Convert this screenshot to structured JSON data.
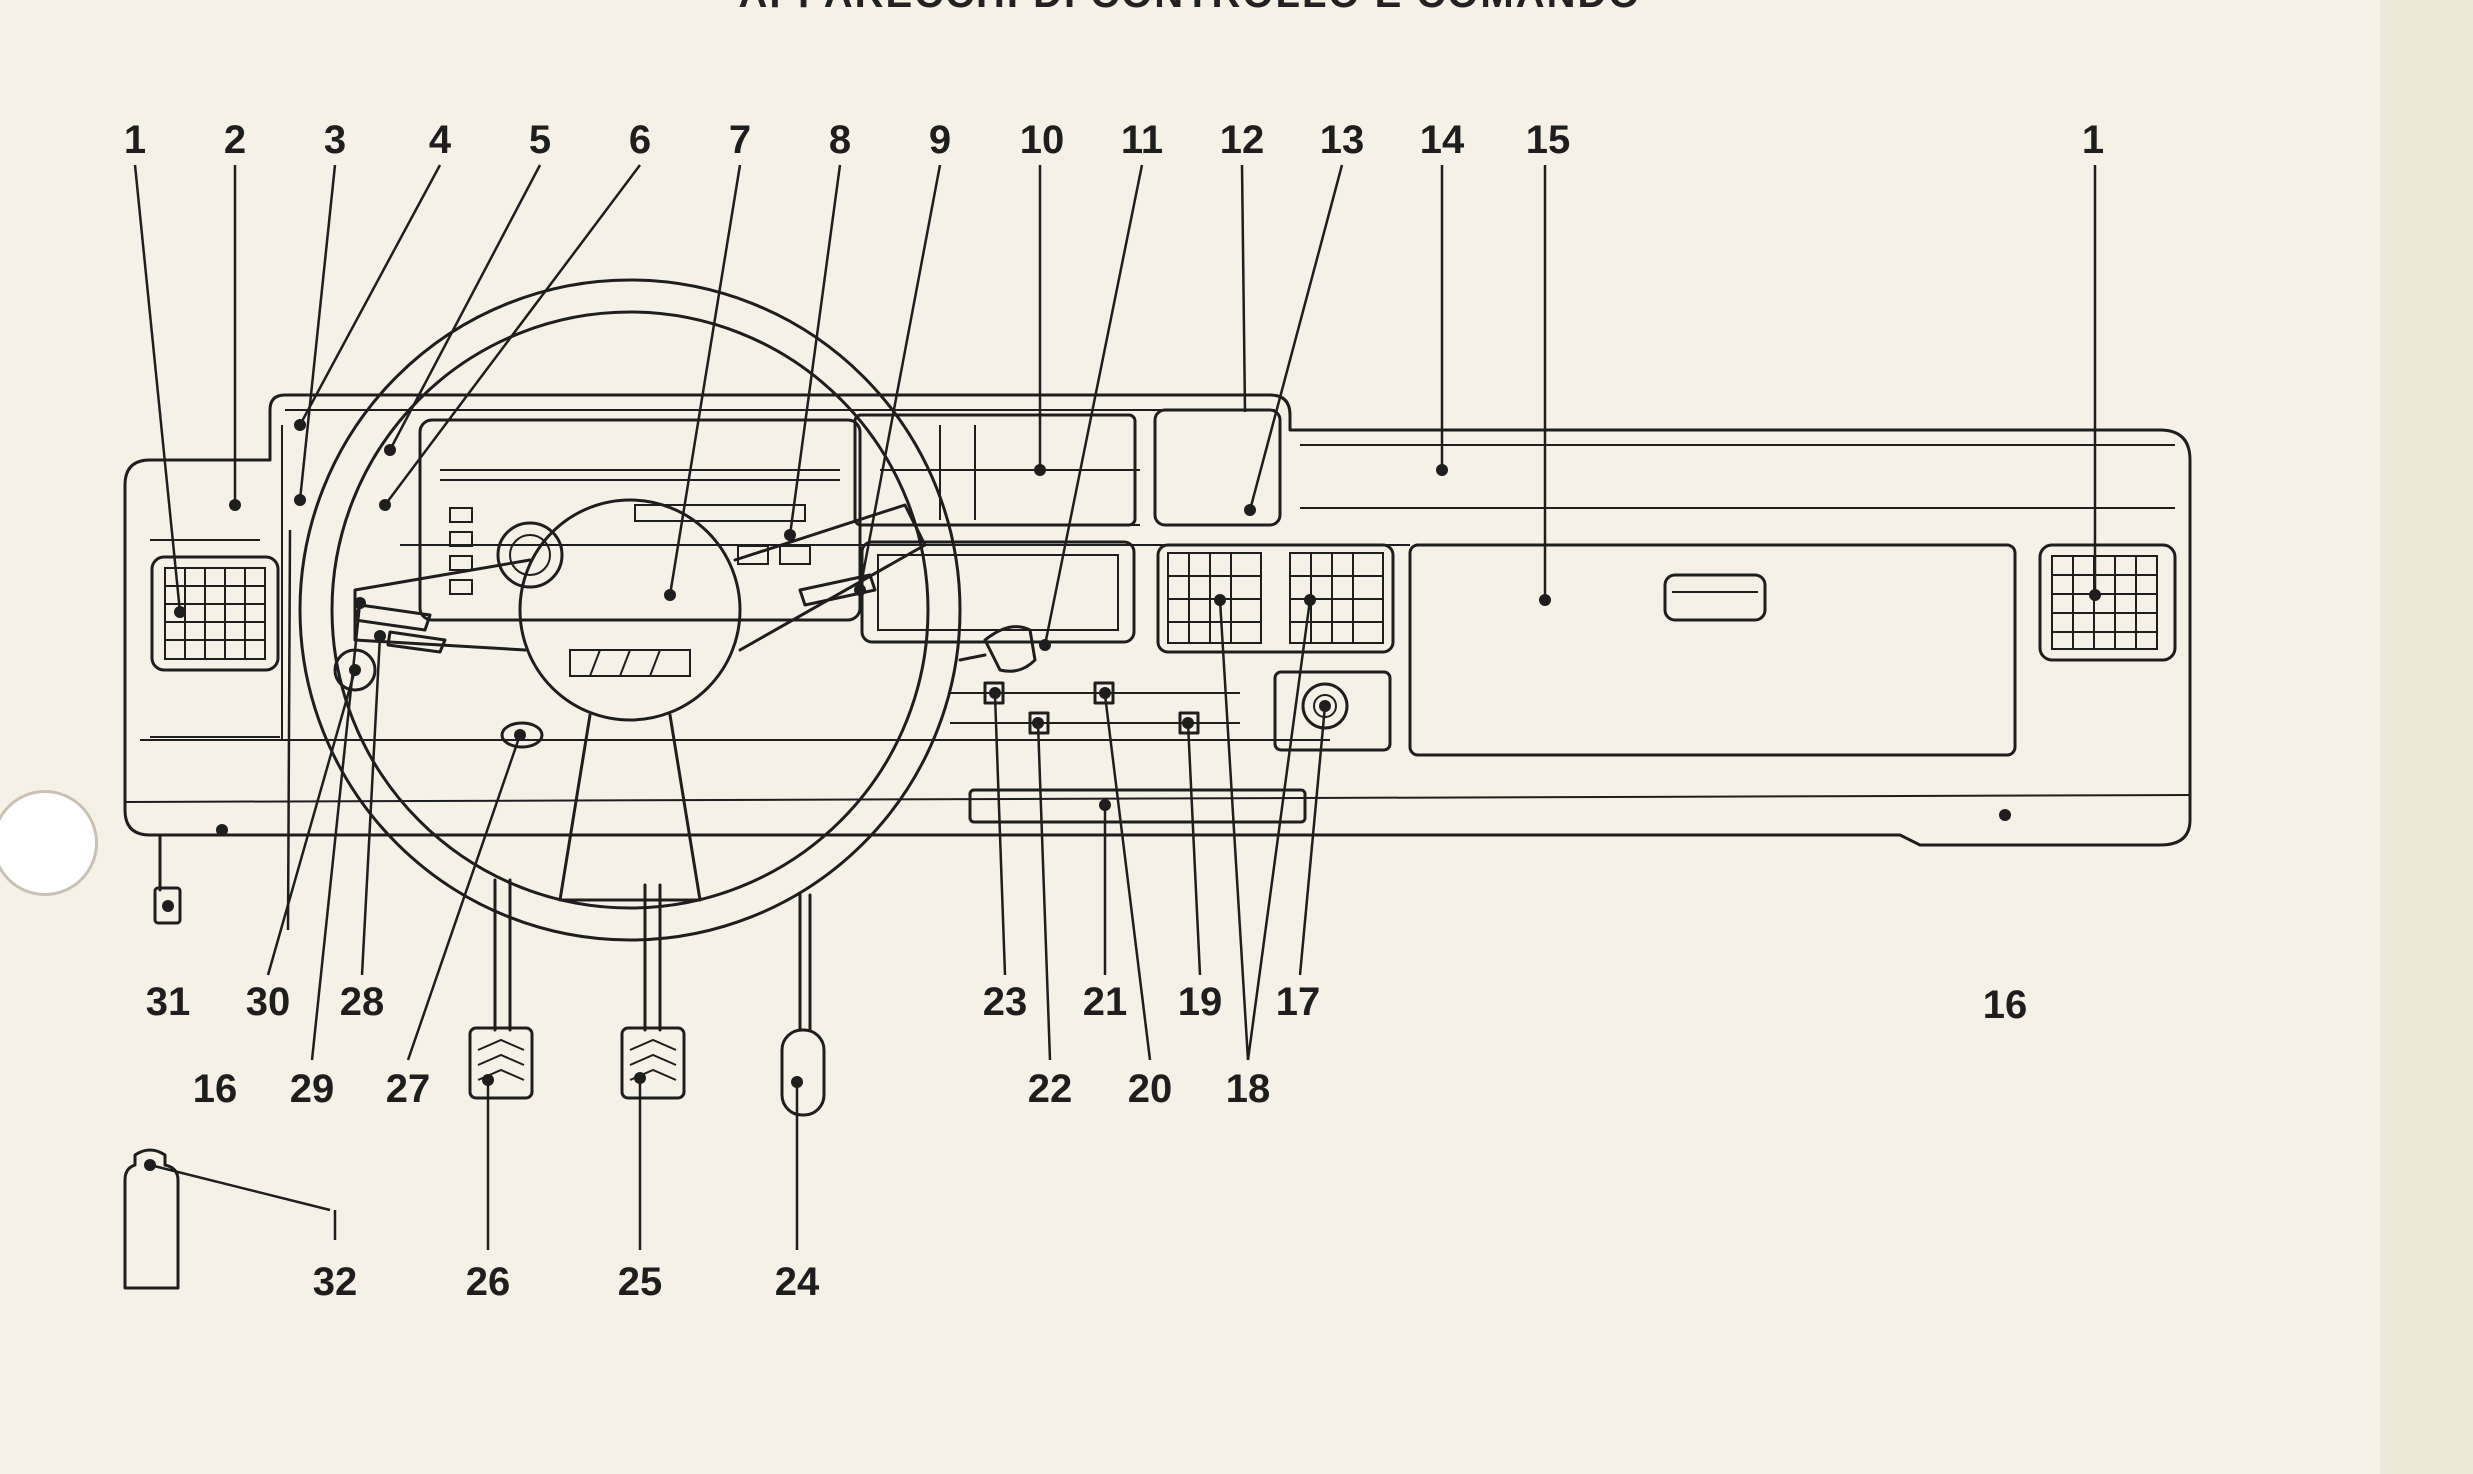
{
  "page": {
    "title": "APPARECCHI DI CONTROLLO E COMANDO"
  },
  "callouts": [
    {
      "id": "c1a",
      "label": "1"
    },
    {
      "id": "c2",
      "label": "2"
    },
    {
      "id": "c3",
      "label": "3"
    },
    {
      "id": "c4",
      "label": "4"
    },
    {
      "id": "c5",
      "label": "5"
    },
    {
      "id": "c6",
      "label": "6"
    },
    {
      "id": "c7",
      "label": "7"
    },
    {
      "id": "c8",
      "label": "8"
    },
    {
      "id": "c9",
      "label": "9"
    },
    {
      "id": "c10",
      "label": "10"
    },
    {
      "id": "c11",
      "label": "11"
    },
    {
      "id": "c12",
      "label": "12"
    },
    {
      "id": "c13",
      "label": "13"
    },
    {
      "id": "c14",
      "label": "14"
    },
    {
      "id": "c15",
      "label": "15"
    },
    {
      "id": "c1b",
      "label": "1"
    },
    {
      "id": "c31",
      "label": "31"
    },
    {
      "id": "c30",
      "label": "30"
    },
    {
      "id": "c28",
      "label": "28"
    },
    {
      "id": "c16a",
      "label": "16"
    },
    {
      "id": "c29",
      "label": "29"
    },
    {
      "id": "c27",
      "label": "27"
    },
    {
      "id": "c23",
      "label": "23"
    },
    {
      "id": "c21",
      "label": "21"
    },
    {
      "id": "c19",
      "label": "19"
    },
    {
      "id": "c17",
      "label": "17"
    },
    {
      "id": "c22",
      "label": "22"
    },
    {
      "id": "c20",
      "label": "20"
    },
    {
      "id": "c18",
      "label": "18"
    },
    {
      "id": "c16b",
      "label": "16"
    },
    {
      "id": "c32",
      "label": "32"
    },
    {
      "id": "c26",
      "label": "26"
    },
    {
      "id": "c25",
      "label": "25"
    },
    {
      "id": "c24",
      "label": "24"
    }
  ]
}
